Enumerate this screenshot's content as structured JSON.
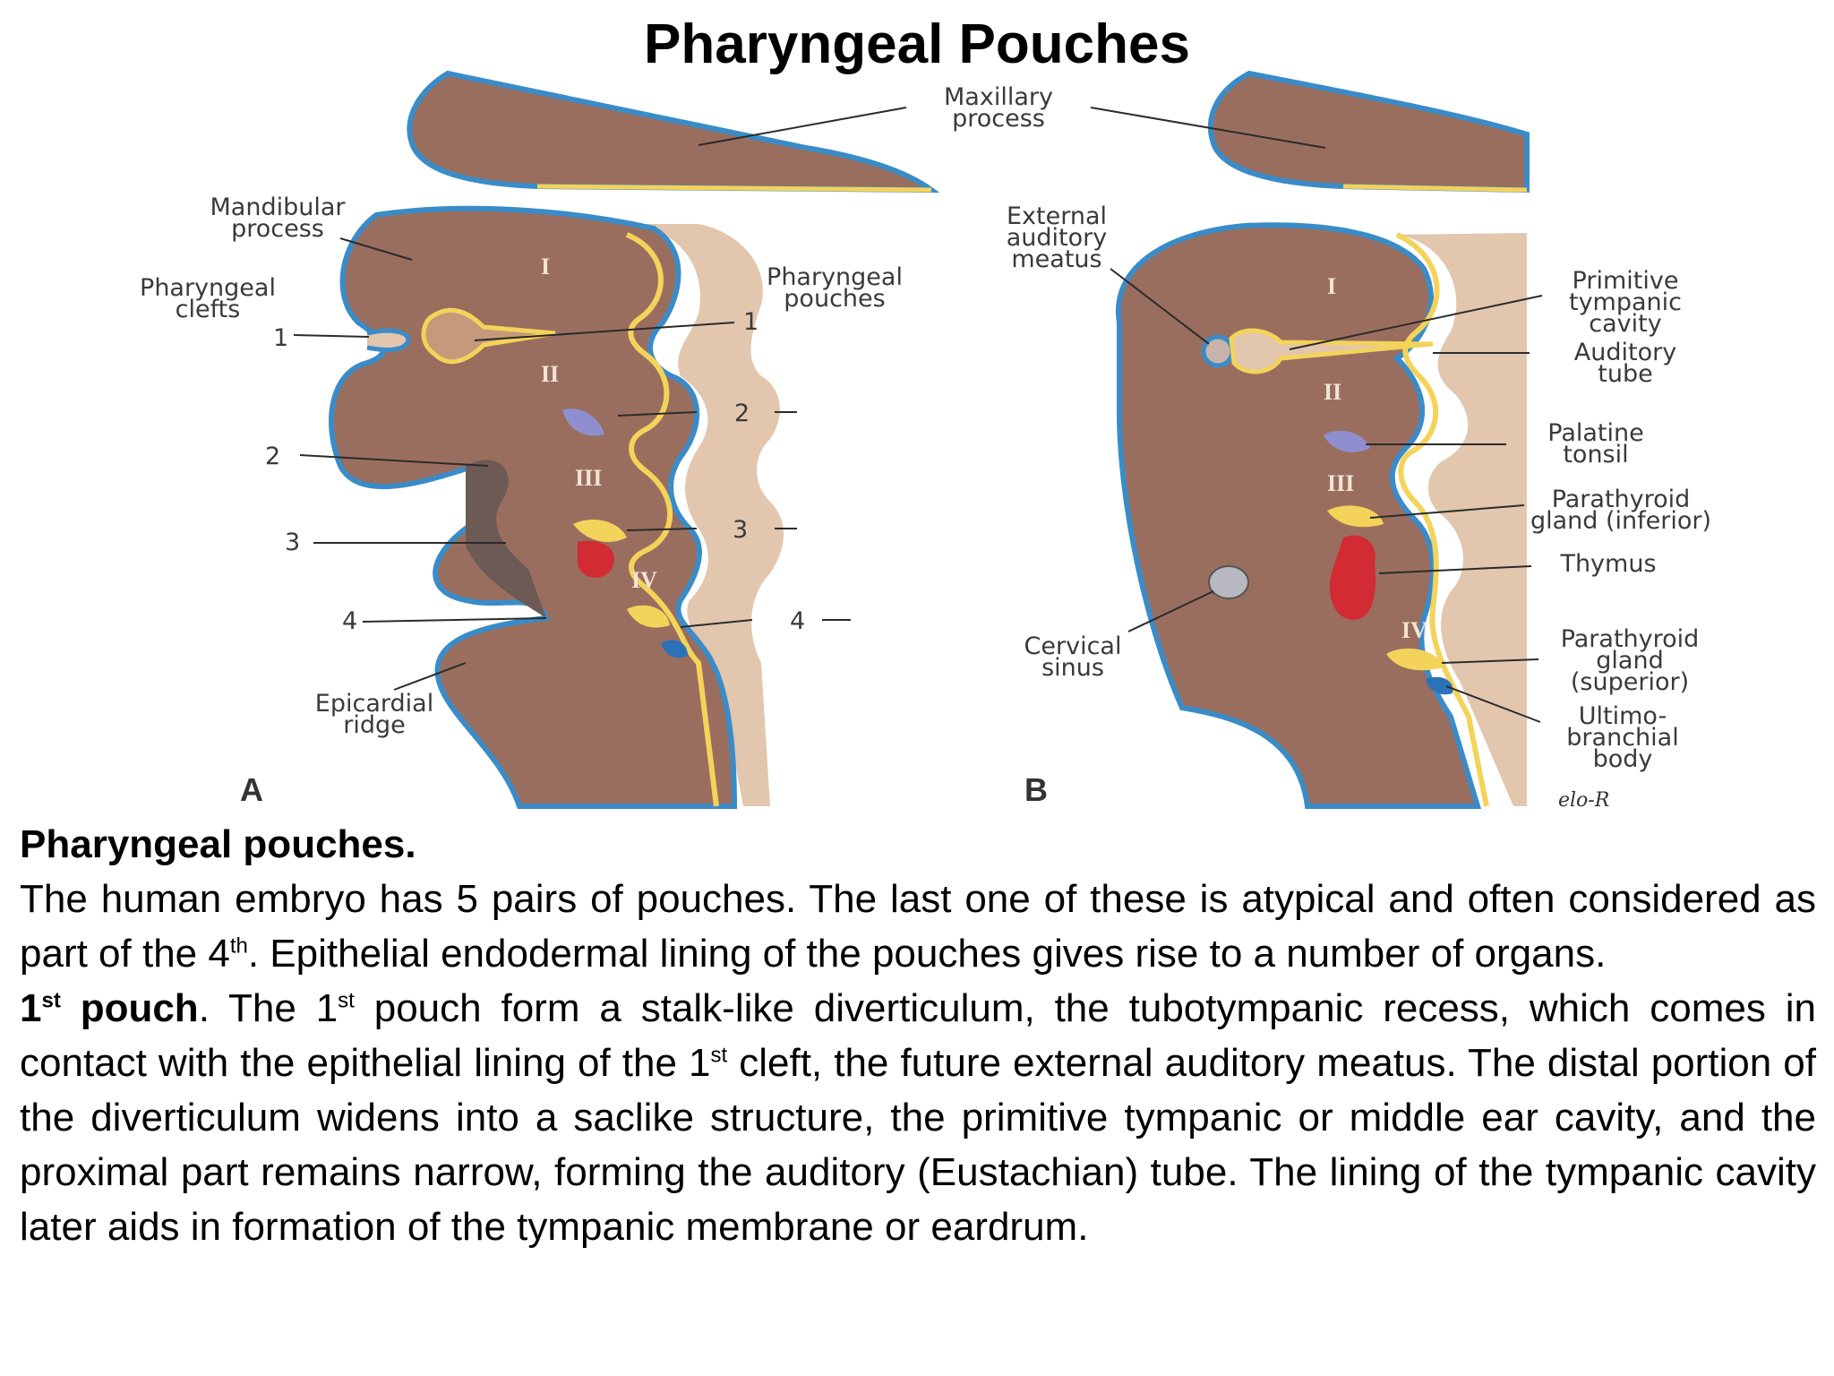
{
  "title": "Pharyngeal Pouches",
  "figure": {
    "panel_a": "A",
    "panel_b": "B",
    "signature": "elo-R",
    "colors": {
      "tissue": "#9a6e5e",
      "ectoderm": "#3a8cc8",
      "endoderm": "#f4d35a",
      "mesoderm_side": "#e2c6ae",
      "thymus": "#d22b34",
      "tonsil": "#8f8fd0",
      "ultimobranchial": "#2c72b6",
      "sinus": "#b8b8c0"
    },
    "roman": [
      "I",
      "II",
      "III",
      "IV"
    ],
    "labels_a": {
      "maxillary_1": "Maxillary",
      "maxillary_2": "process",
      "mandibular_1": "Mandibular",
      "mandibular_2": "process",
      "clefts_1": "Pharyngeal",
      "clefts_2": "clefts",
      "pouches_1": "Pharyngeal",
      "pouches_2": "pouches",
      "epicardial_1": "Epicardial",
      "epicardial_2": "ridge",
      "n1": "1",
      "n2": "2",
      "n3": "3",
      "n4": "4"
    },
    "labels_b": {
      "external_1": "External",
      "external_2": "auditory",
      "external_3": "meatus",
      "primitive_1": "Primitive",
      "primitive_2": "tympanic",
      "primitive_3": "cavity",
      "auditory_1": "Auditory",
      "auditory_2": "tube",
      "palatine_1": "Palatine",
      "palatine_2": "tonsil",
      "parainf_1": "Parathyroid",
      "parainf_2": "gland (inferior)",
      "thymus": "Thymus",
      "parasup_1": "Parathyroid",
      "parasup_2": "gland",
      "parasup_3": "(superior)",
      "ultimo_1": "Ultimo-",
      "ultimo_2": "branchial",
      "ultimo_3": "body",
      "cervical_1": "Cervical",
      "cervical_2": "sinus"
    }
  },
  "text": {
    "heading": "Pharyngeal pouches.",
    "p1_a": "The human embryo has 5 pairs of pouches. The last one of these is atypical and often considered as part of the 4",
    "p1_sup": "th",
    "p1_b": ". Epithelial endodermal lining of the pouches gives rise to a number of organs.",
    "p2_bold_num": "1",
    "p2_bold_sup": "st",
    "p2_bold_word": " pouch",
    "p2_a": ". The 1",
    "p2_sup1": "st",
    "p2_b": " pouch form a stalk-like diverticulum, the tubotympanic recess, which comes in contact with the epithelial lining of the 1",
    "p2_sup2": "st",
    "p2_c": " cleft, the future external auditory meatus. The distal portion of the diverticulum widens into a saclike structure, the primitive tympanic or middle ear cavity, and the proximal part remains narrow, forming the auditory (Eustachian) tube. The lining of the tympanic cavity later aids in formation of the tympanic membrane or eardrum."
  }
}
